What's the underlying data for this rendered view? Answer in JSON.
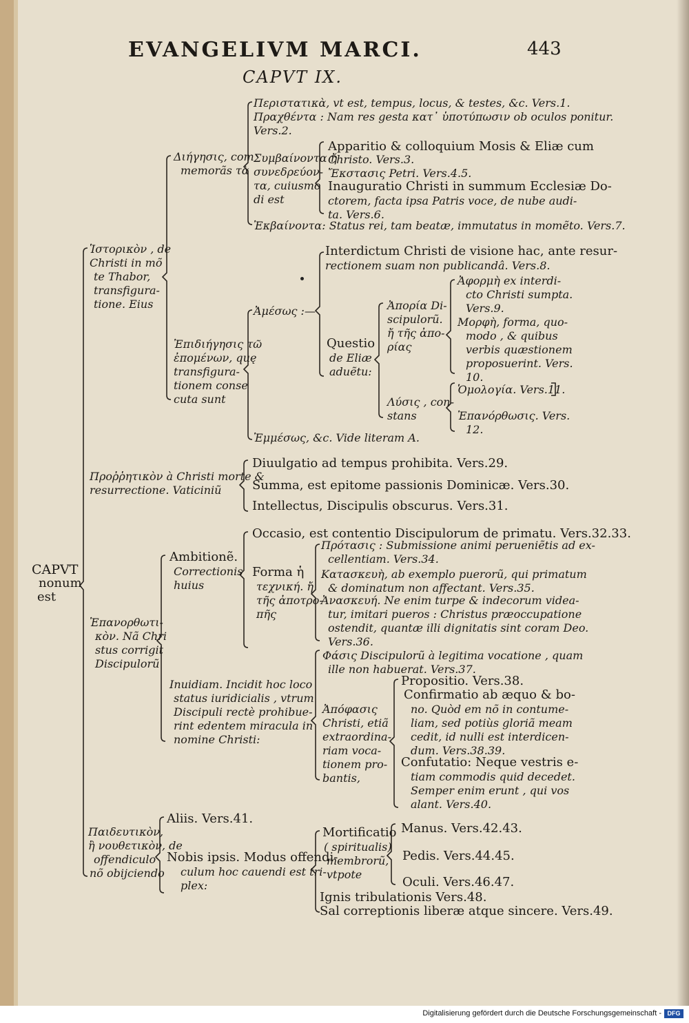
{
  "header": {
    "running_title": "EVANGELIVM MARCI.",
    "page_number": "443",
    "chapter": "CAPVT IX."
  },
  "root": {
    "line1": "CAPVT",
    "line2": "nonum",
    "line3": "est"
  },
  "part1": {
    "label": [
      "Ἱστορικὸν , de",
      "Christi in mõ",
      "te Thabor,",
      "transfigura-",
      "tione. Eius"
    ],
    "diegesis": {
      "label": [
        "Διήγησις, com",
        "memorãs τὰ"
      ],
      "perist_line": "Περιστατικὰ, vt est, tempus, locus, & testes, &c. Vers.1.",
      "pragm_line1": "Πραχθέντα : Nam res gesta κατ᾽ ὑποτύπωσιν ob oculos ponitur.",
      "pragm_line2": "Vers.2.",
      "symbainonta": [
        "Συμβαίνοντα ἤ",
        "συνεδρεύον-",
        "τα, cuiusmo",
        "di est"
      ],
      "items": [
        [
          "Apparitio & colloquium Mosis & Eliæ cum",
          "Christo. Vers.3."
        ],
        [
          "Ἔκστασις Petri. Vers.4.5."
        ],
        [
          "Inauguratio Christi in summum Ecclesiæ Do-",
          "ctorem, facta ipsa Patris voce, de nube audi-",
          "ta. Vers.6."
        ]
      ],
      "ekbainonta": "Ἐκβαίνοντα: Status rei, tam beatæ, immutatus in momẽto. Vers.7."
    },
    "epidiegesis": {
      "label": [
        "Ἐπιδιήγησις τῶ",
        "ἐπομένων, quę",
        "transfigura-",
        "tionem conse",
        "cuta sunt"
      ],
      "amesos": "Ἀμέσως :—",
      "interdictum": [
        "Interdictum Christi de visione hac, ante resur-",
        "rectionem suam non publicandâ. Vers.8."
      ],
      "questio": [
        "Questio",
        "de Eliæ",
        "aduẽtu:"
      ],
      "aporia": [
        "Ἀπορία Di-",
        "scipulorũ.",
        "ἤ τῆς ἀπο-",
        "ρίας"
      ],
      "aporia_items": [
        [
          "Ἀφορμὴ ex interdi-",
          "cto Christi sumpta.",
          "Vers.9."
        ],
        [
          "Μορφὴ, forma, quo-",
          "modo , & quibus",
          "verbis quæstionem",
          "proposuerint. Vers.",
          "10."
        ]
      ],
      "lysis": [
        "Λύσις , con-",
        "stans"
      ],
      "lysis_items": [
        "Ὁμολογία. Vers.11.",
        "Ἐπανόρθωσις. Vers.",
        "12."
      ],
      "emmesos": "Ἐμμέσως, &c. Vide literam A."
    }
  },
  "part2": {
    "label": [
      "Προῤῥητικὸν à Christi morte &",
      "resurrectione. Vaticiniũ"
    ],
    "items": [
      "Diuulgatio ad tempus prohibita. Vers.29.",
      "Summa, est epitome passionis Dominicæ. Vers.30.",
      "Intellectus, Discipulis obscurus. Vers.31."
    ]
  },
  "part3": {
    "label": [
      "Ἐπανορθωτι-",
      "κὸν. Nã Chri",
      "stus corrigit",
      "Discipulorũ"
    ],
    "ambitio": {
      "label": [
        "Ambitionẽ.",
        "Correctionis",
        "huius"
      ],
      "occasio": "Occasio, est contentio Discipulorum de primatu. Vers.32.33.",
      "forma": [
        "Forma ἡ",
        "τεχνική. ἤ",
        "τῆς ἀποτρο-",
        "πῆς"
      ],
      "forma_items": [
        [
          "Πρότασις : Submissione animi perueniẽtis ad ex-",
          "cellentiam. Vers.34."
        ],
        [
          "Κατασκευὴ, ab exemplo puerorũ, qui primatum",
          "& dominatum non affectant. Vers.35."
        ],
        [
          "Ἀνασκευή. Ne enim turpe & indecorum videa-",
          "tur, imitari pueros : Christus præoccupatione",
          "ostendit, quantæ illi dignitatis sint coram Deo.",
          "Vers.36."
        ]
      ]
    },
    "inuidia": {
      "label": [
        "Inuidiam. Incidit hoc loco",
        "status iuridicialis , vtrum",
        "Discipuli rectè prohibue-",
        "rint edentem miracula in",
        "nomine Christi:"
      ],
      "phasis": [
        "Φάσις Discipulorũ à legitima vocatione , quam",
        "ille non habuerat. Vers.37."
      ],
      "apophasis": [
        "Ἀπόφασις",
        "Christi, etiã",
        "extraordina-",
        "riam voca-",
        "tionem pro-",
        "bantis,"
      ],
      "apophasis_items": [
        [
          "Propositio. Vers.38."
        ],
        [
          "Confirmatio ab æquo & bo-",
          "no. Quòd em nõ in contume-",
          "liam, sed potiùs gloriã meam",
          "cedit, id nulli est interdicen-",
          "dum. Vers.38.39."
        ],
        [
          "Confutatio: Neque vestris e-",
          "tiam commodis quid decedet.",
          "Semper enim erunt , qui vos",
          "alant. Vers.40."
        ]
      ]
    }
  },
  "part4": {
    "label": [
      "Παιδευτικὸν,",
      "ἢ νουθετικὸν, de",
      "offendiculo",
      "nõ obijciendo"
    ],
    "alius": "Aliis. Vers.41.",
    "nobis": [
      "Nobis ipsis. Modus offendi-",
      "culum hoc cauendi est tri-",
      "plex:"
    ],
    "mortificatio": [
      "Mortificatio",
      "( spiritualis)",
      "membrorũ,",
      "vtpote"
    ],
    "members": [
      "Manus. Vers.42.43.",
      "Pedis. Vers.44.45.",
      "Oculi. Vers.46.47."
    ],
    "ignis": "Ignis tribulationis Vers.48.",
    "sal": "Sal correptionis liberæ atque sincere. Vers.49."
  },
  "footer": {
    "text": "Digitalisierung gefördert durch die Deutsche Forschungsgemeinschaft -",
    "logo": "DFG"
  }
}
